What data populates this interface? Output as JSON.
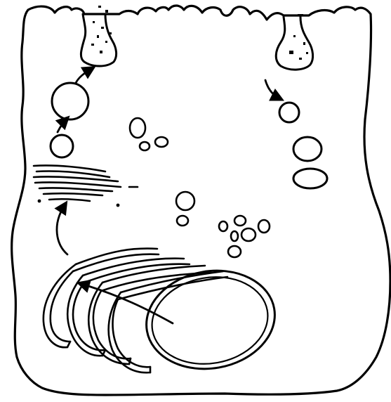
{
  "diagram": {
    "labels": [],
    "colors": {
      "ink": "#000000",
      "paper": "#ffffff"
    },
    "components": {
      "cell_membrane": "cell-outline",
      "nucleus": "nucleus-ellipse",
      "rough_er": "endoplasmic-reticulum",
      "golgi": "golgi-stack",
      "exocytosis": "secretion-pocket",
      "endocytosis": "uptake-pocket",
      "transport_arrows": "pathway-arrows"
    }
  }
}
